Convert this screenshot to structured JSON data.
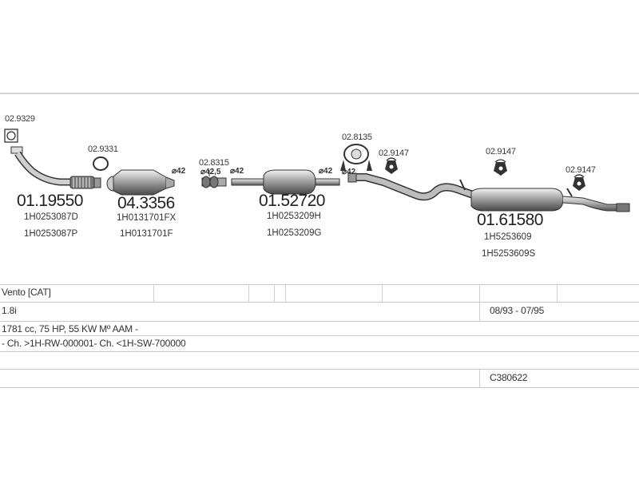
{
  "callouts": {
    "gasket_1": "02.9329",
    "ring": "02.9331",
    "clamp_1": "02.8315",
    "clamp_2": "02.8135",
    "hanger_1": "02.9147",
    "hanger_2": "02.9147",
    "hanger_3": "02.9147"
  },
  "diameters": {
    "d1": "⌀42",
    "d2": "⌀42,5",
    "d3": "⌀42",
    "d4": "⌀42",
    "d5": "⌀42"
  },
  "parts": [
    {
      "number": "01.19550",
      "oem": [
        "1H0253087D",
        "1H0253087P"
      ]
    },
    {
      "number": "04.3356",
      "oem": [
        "1H0131701FX",
        "1H0131701F"
      ]
    },
    {
      "number": "01.52720",
      "oem": [
        "1H0253209H",
        "1H0253209G"
      ]
    },
    {
      "number": "01.61580",
      "oem": [
        "1H5253609",
        "1H5253609S"
      ]
    }
  ],
  "table": {
    "model": "Vento  [CAT]",
    "engine": "1.8i",
    "years": "08/93 - 07/95",
    "spec": "1781 cc, 75 HP, 55 KW  Mº AAM -",
    "chassis": "- Ch. >1H-RW-000001- Ch. <1H-SW-700000",
    "code": "C380622"
  }
}
